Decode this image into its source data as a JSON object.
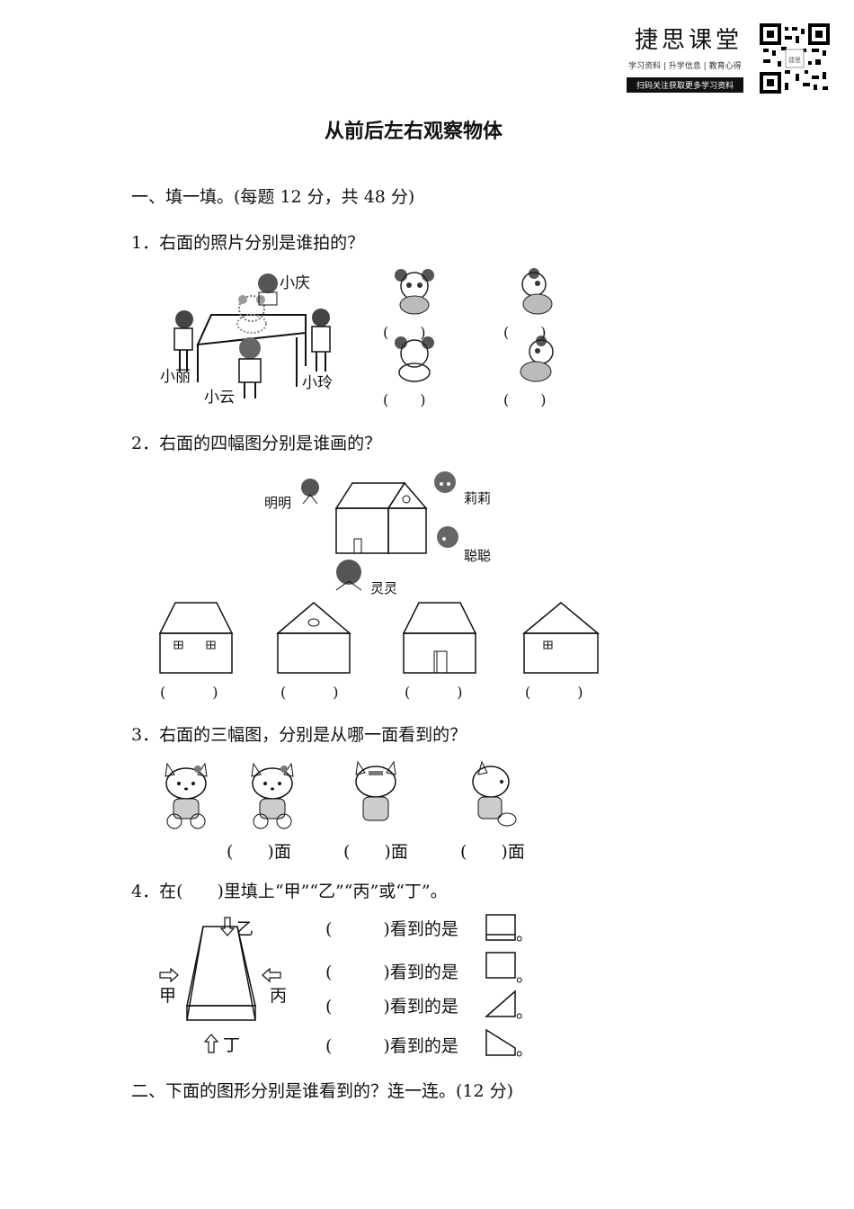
{
  "brand": {
    "name": "捷思课堂",
    "tags": [
      "学习资料",
      "升学信息",
      "教育心得"
    ],
    "bar": "扫码关注获取更多学习资料"
  },
  "title": "从前后左右观察物体",
  "section1": {
    "heading": "一、填一填。(每题 12 分，共 48 分)",
    "q1": {
      "text": "1．右面的照片分别是谁拍的？",
      "names": [
        "小庆",
        "小丽",
        "小玲",
        "小云"
      ],
      "blanks": [
        "(　　)",
        "(　　)",
        "(　　)",
        "(　　)"
      ]
    },
    "q2": {
      "text": "2．右面的四幅图分别是谁画的？",
      "names": [
        "明明",
        "莉莉",
        "聪聪",
        "灵灵"
      ],
      "blanks": [
        "(　　　)",
        "(　　　)",
        "(　　　)",
        "(　　　)"
      ]
    },
    "q3": {
      "text": "3．右面的三幅图，分别是从哪一面看到的？",
      "answers": [
        "(　　)面",
        "(　　)面",
        "(　　)面"
      ]
    },
    "q4": {
      "text": "4．在(　　)里填上“甲”“乙”“丙”或“丁”。",
      "labels": [
        "乙",
        "甲",
        "丙",
        "丁"
      ],
      "rows": [
        "(　　　)看到的是",
        "(　　　)看到的是",
        "(　　　)看到的是",
        "(　　　)看到的是"
      ],
      "period": "。"
    }
  },
  "section2": {
    "heading": "二、下面的图形分别是谁看到的？连一连。(12 分)"
  }
}
